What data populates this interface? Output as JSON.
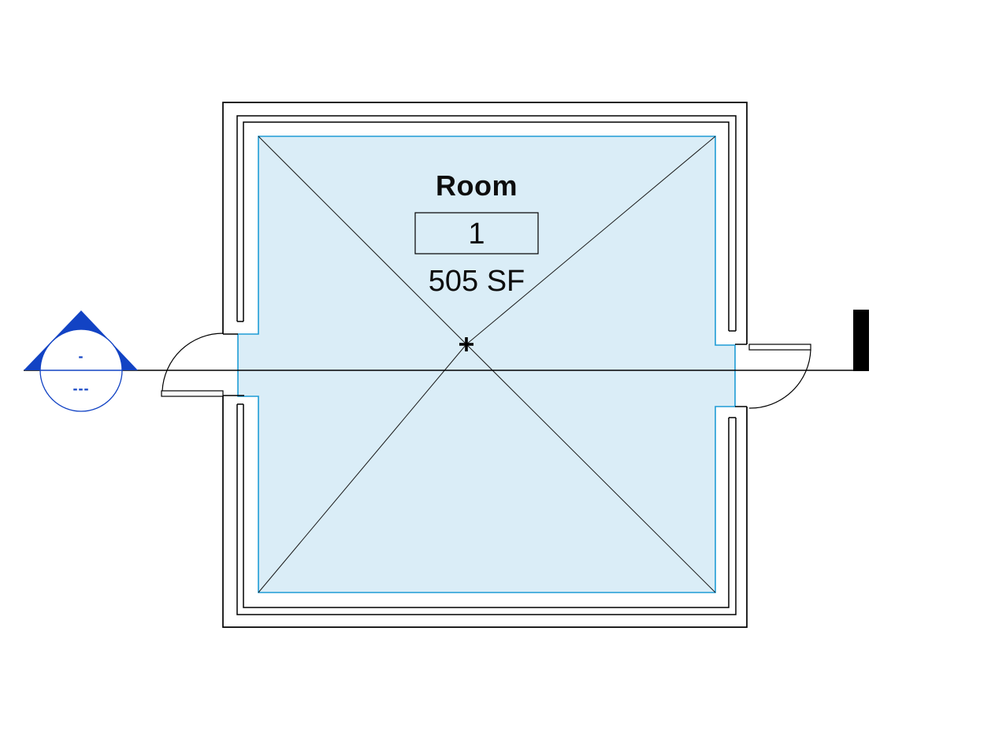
{
  "canvas": {
    "background": "#FFFFFF"
  },
  "room_tag": {
    "name_label": "Room",
    "number": "1",
    "area": "505 SF"
  },
  "section_marker": {
    "detail_number": "-",
    "sheet_number": "---"
  },
  "colors": {
    "room_fill": "#DAEDF7",
    "room_boundary": "#1E9CD6",
    "annotation_blue": "#1243C4",
    "line_black": "#000000"
  }
}
